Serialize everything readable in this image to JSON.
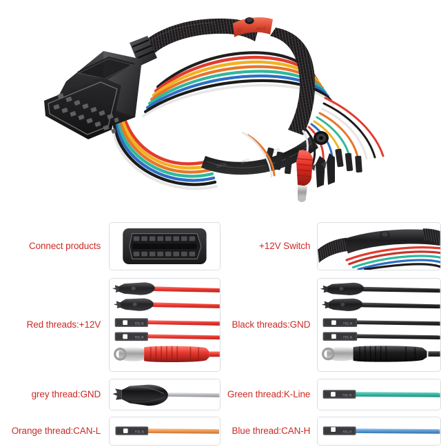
{
  "product": {
    "name": "OBD2 16-pin breakout cable with multi-tip test leads",
    "hero_alt": "OBD2 female connector cable with braided sleeve, inline +12V switch and fanned-out leads ending in alligator clips, banana plugs and dupont pins"
  },
  "colors": {
    "label_red": "#cc2a24",
    "panel_border": "#d9dde2",
    "background": "#ffffff",
    "wire_red": "#ee3b33",
    "wire_black": "#2b2b2b",
    "wire_grey": "#b9bcc0",
    "wire_orange": "#f09a56",
    "wire_green": "#3ab8a8",
    "wire_blue": "#5b9bd5",
    "connector_body": "#3a3a3c",
    "banana_red": "#e8392f",
    "banana_black": "#1e1e1e",
    "switch_red": "#e4503c"
  },
  "rows": [
    {
      "id": "connect",
      "left_label": "Connect products",
      "right_label": "+12V Switch",
      "left_panel": "obd2-connector-face",
      "right_panel": "inline-switch-photo"
    },
    {
      "id": "threads",
      "left_label": "Red threads:+12V",
      "right_label": "Black threads:GND",
      "left_panel": "red-leads-set",
      "right_panel": "black-leads-set"
    },
    {
      "id": "grey",
      "left_label": "grey thread:GND",
      "right_label": "Green thread:K-Line",
      "left_panel": "grey-alligator-clip",
      "right_panel": "green-dupont-lead"
    },
    {
      "id": "can",
      "left_label": "Orange thread:CAN-L",
      "right_label": "Blue thread:CAN-H",
      "left_panel": "orange-dupont-lead",
      "right_panel": "blue-dupont-lead"
    }
  ],
  "lead_sets": {
    "red": [
      "alligator-clip",
      "alligator-clip",
      "dupont-connector",
      "dupont-connector",
      "banana-plug"
    ],
    "black": [
      "alligator-clip",
      "alligator-clip",
      "dupont-connector",
      "dupont-connector",
      "banana-plug"
    ]
  },
  "obd2": {
    "pin_count": 16,
    "rows": 2,
    "pins_per_row": 8
  }
}
